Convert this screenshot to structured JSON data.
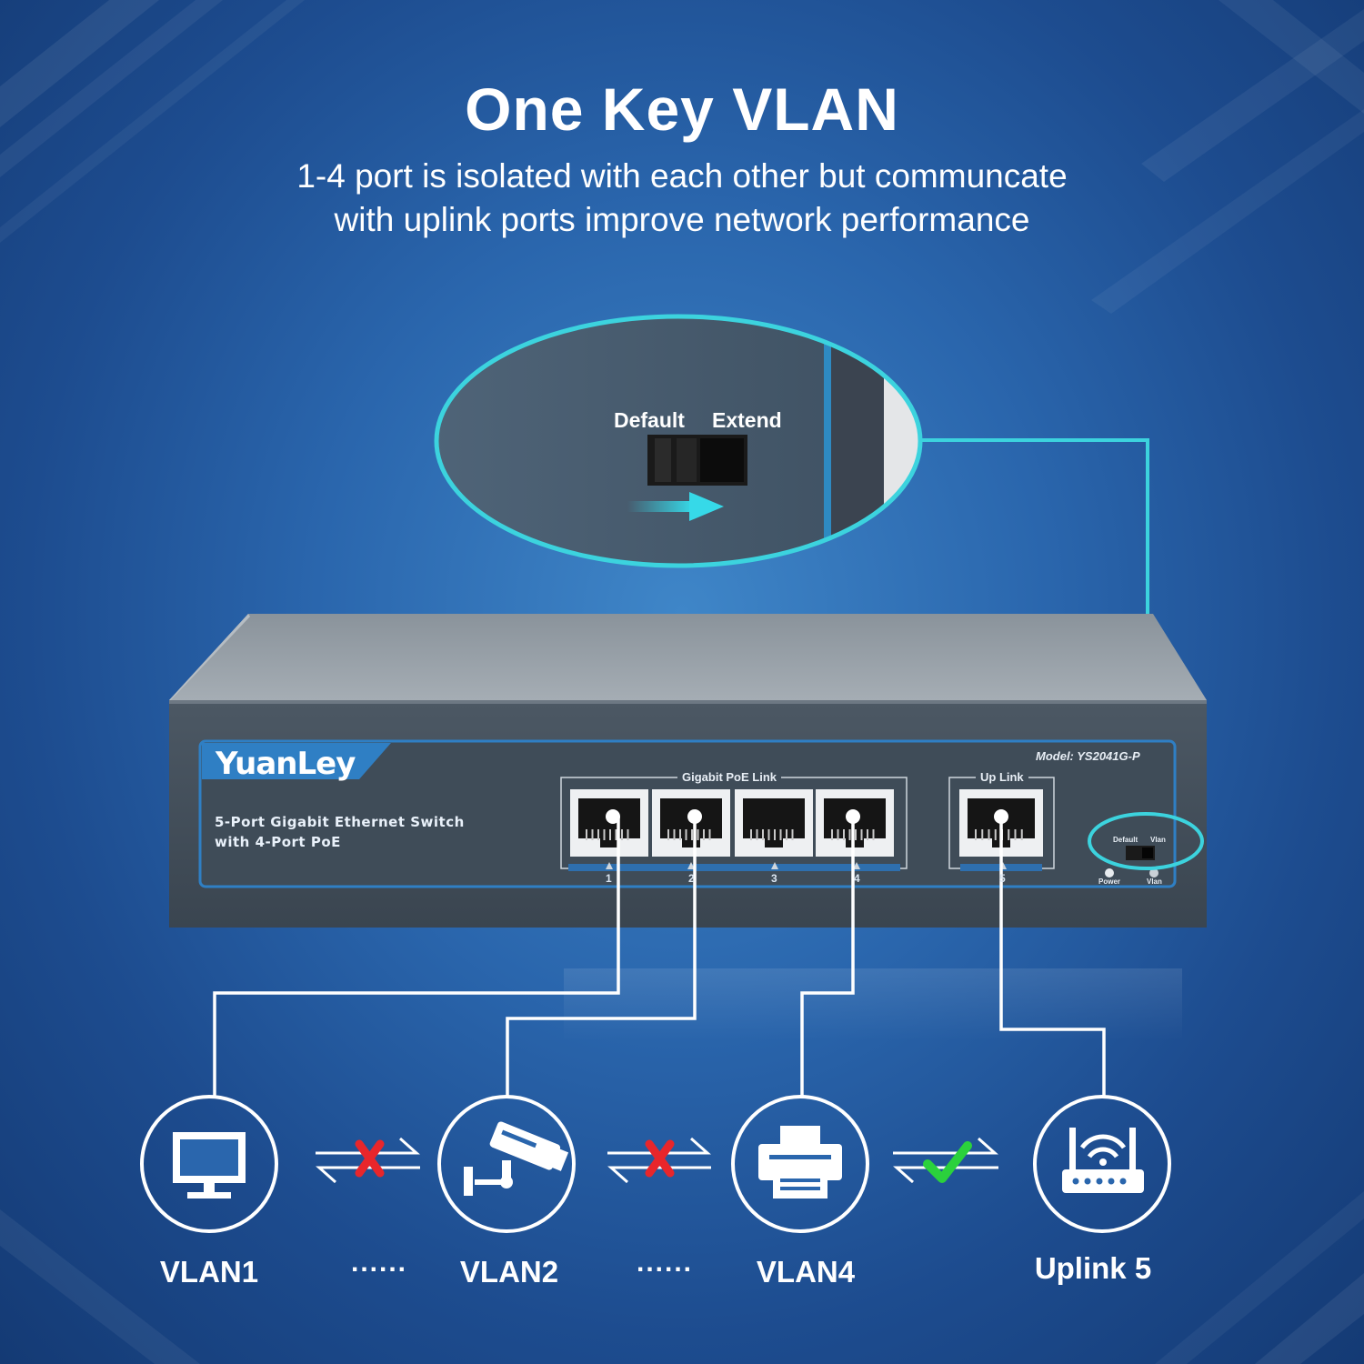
{
  "header": {
    "title": "One Key VLAN",
    "subtitle_line1": "1-4 port is isolated with each other but communcate",
    "subtitle_line2": "with uplink ports improve network performance"
  },
  "zoom": {
    "default_label": "Default",
    "extend_label": "Extend"
  },
  "device": {
    "brand": "YuanLey",
    "description_line1": "5-Port Gigabit  Ethernet Switch",
    "description_line2": "with 4-Port PoE",
    "model": "Model: YS2041G-P",
    "poe_group_label": "Gigabit PoE Link",
    "uplink_group_label": "Up Link",
    "switch_default_label": "Default",
    "switch_vlan_label": "Vlan",
    "led_power_label": "Power",
    "led_vlan_label": "Vlan",
    "ports": [
      {
        "number": "1"
      },
      {
        "number": "2"
      },
      {
        "number": "3"
      },
      {
        "number": "4"
      },
      {
        "number": "5"
      }
    ]
  },
  "endpoints": [
    {
      "label": "VLAN1",
      "icon": "monitor-icon"
    },
    {
      "label": "VLAN2",
      "icon": "security-camera-icon"
    },
    {
      "label": "VLAN4",
      "icon": "printer-icon"
    },
    {
      "label": "Uplink 5",
      "icon": "router-icon"
    }
  ],
  "separators": [
    "......",
    "......"
  ],
  "colors": {
    "accent": "#3cd3de",
    "blocked": "#e8262b",
    "allowed": "#2bd13c",
    "panel_blue": "#2d6aa8"
  }
}
